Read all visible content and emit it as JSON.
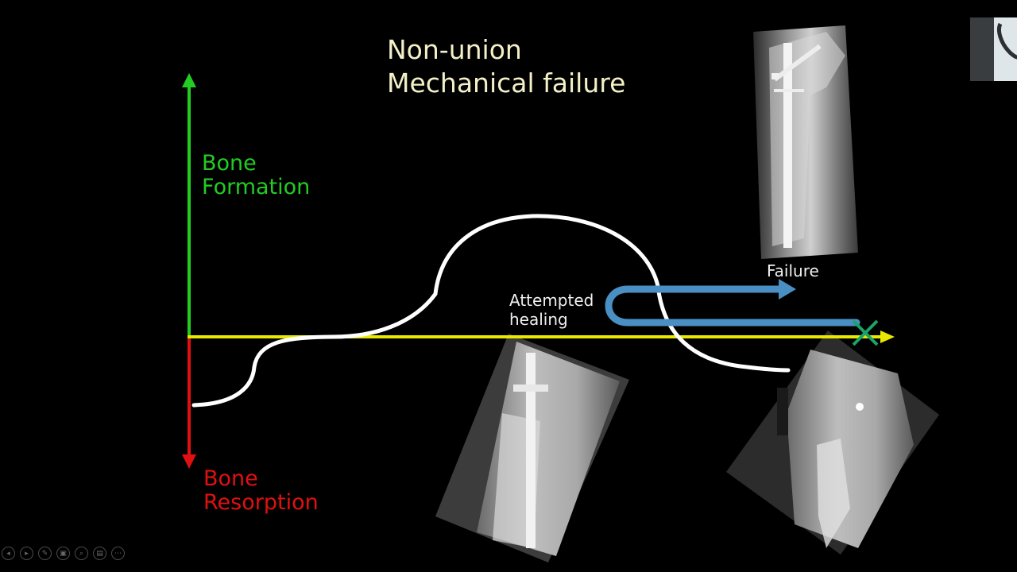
{
  "slide": {
    "title_lines": [
      "Non-union",
      "Mechanical failure"
    ],
    "y_axis": {
      "positive_label": [
        "Bone",
        "Formation"
      ],
      "negative_label": [
        "Bone",
        "Resorption"
      ]
    },
    "annotations": {
      "attempted_healing": [
        "Attempted",
        "healing"
      ],
      "failure": "Failure"
    },
    "colors": {
      "background": "#000000",
      "title": "#f4f0c8",
      "formation": "#22cc22",
      "resorption": "#e01010",
      "time_axis": "#e8e800",
      "healing_curve": "#ffffff",
      "failure_arrow": "#4a8fc4",
      "failure_mark": "#1aa36a",
      "annotation_text": "#f0f0f0"
    },
    "images": [
      {
        "name": "xray-femur-failure",
        "description_icon": "xray-image"
      },
      {
        "name": "xray-femur-attempted-healing",
        "description_icon": "xray-image"
      },
      {
        "name": "xray-femur-fracture",
        "description_icon": "xray-image"
      }
    ]
  },
  "presentation_toolbar": {
    "buttons": [
      {
        "name": "previous-slide-button",
        "icon": "◂"
      },
      {
        "name": "next-slide-button",
        "icon": "▸"
      },
      {
        "name": "pen-tool-button",
        "icon": "✎"
      },
      {
        "name": "slides-overview-button",
        "icon": "▣"
      },
      {
        "name": "zoom-button",
        "icon": "⌕"
      },
      {
        "name": "subtitles-button",
        "icon": "▤"
      },
      {
        "name": "more-options-button",
        "icon": "⋯"
      }
    ]
  },
  "call_thumbnail": {
    "icon": "phone-icon"
  }
}
